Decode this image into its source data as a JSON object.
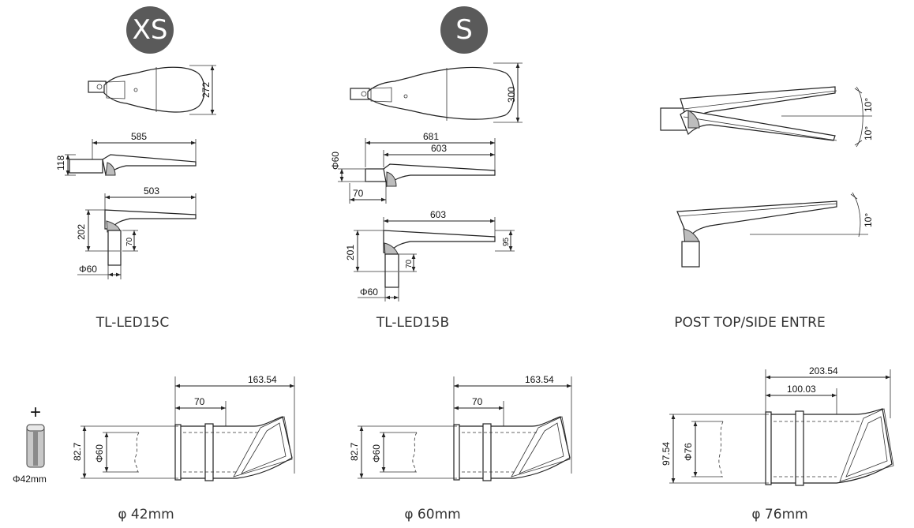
{
  "badges": {
    "xs": "XS",
    "s": "S"
  },
  "models": {
    "xs": {
      "name": "TL-LED15C",
      "dims": {
        "top_width": "272",
        "side_length": "585",
        "side_height": "118",
        "post_length": "503",
        "post_height": "202",
        "post_spigot": "70",
        "post_dia": "Φ60"
      }
    },
    "s": {
      "name": "TL-LED15B",
      "dims": {
        "top_width": "300",
        "total_length": "681",
        "body_length": "603",
        "side_dia": "Φ60",
        "side_spigot": "70",
        "post_length": "603",
        "post_height": "201",
        "post_head": "95",
        "post_spigot": "70",
        "post_dia": "Φ60"
      }
    }
  },
  "post_top_side": {
    "name": "POST TOP/SIDE ENTRE",
    "angles": {
      "side_up": "10°",
      "side_down": "10°",
      "post": "10°"
    }
  },
  "adapters": [
    {
      "caption": "φ 42mm",
      "total": "163.54",
      "spigot": "70",
      "height": "82.7",
      "dia": "Φ60"
    },
    {
      "caption": "φ 60mm",
      "total": "163.54",
      "spigot": "70",
      "height": "82.7",
      "dia": "Φ60"
    },
    {
      "caption": "φ 76mm",
      "total": "203.54",
      "spigot": "100.03",
      "height": "97.54",
      "dia": "Φ76"
    }
  ],
  "sleeve": {
    "plus": "+",
    "label": "Φ42mm"
  }
}
